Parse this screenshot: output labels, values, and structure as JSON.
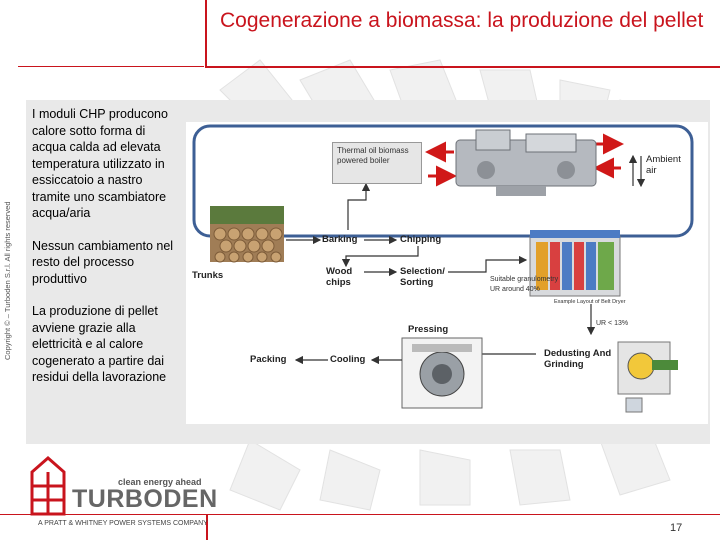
{
  "slide": {
    "title": "Cogenerazione a biomassa: la produzione del pellet",
    "page_number": "17",
    "copyright": "Copyright © – Turboden S.r.l. All rights reserved"
  },
  "body": {
    "paragraphs": [
      "I moduli CHP producono calore sotto forma di acqua calda ad elevata temperatura utilizzato in essiccatoio a nastro tramite uno scambiatore acqua/aria",
      "Nessun cambiamento nel resto del processo produttivo",
      "La produzione di pellet avviene grazie alla elettricità e al calore cogenerato a partire dai residui della lavorazione"
    ]
  },
  "diagram": {
    "boiler_label": "Thermal oil biomass powered boiler",
    "ambient_air": "Ambient air",
    "trunks": "Trunks",
    "barking": "Barking",
    "chipping": "Chipping",
    "wood_chips": "Wood chips",
    "selection_sorting": "Selection/ Sorting",
    "suitable_granulometry": "Suitable granulometry",
    "ur_around": "UR around 40%",
    "belt_dryer_caption": "Example Layout of Belt Dryer",
    "ur_less": "UR < 13%",
    "dedusting_grinding": "Dedusting And Grinding",
    "pressing": "Pressing",
    "cooling": "Cooling",
    "packing": "Packing"
  },
  "logo": {
    "tagline": "clean energy ahead",
    "name": "TURBODEN",
    "subtitle": "A PRATT & WHITNEY POWER SYSTEMS COMPANY"
  },
  "colors": {
    "accent_red": "#c9141d",
    "loop_blue": "#3d5f95",
    "panel_grey": "#e9e9e9"
  }
}
